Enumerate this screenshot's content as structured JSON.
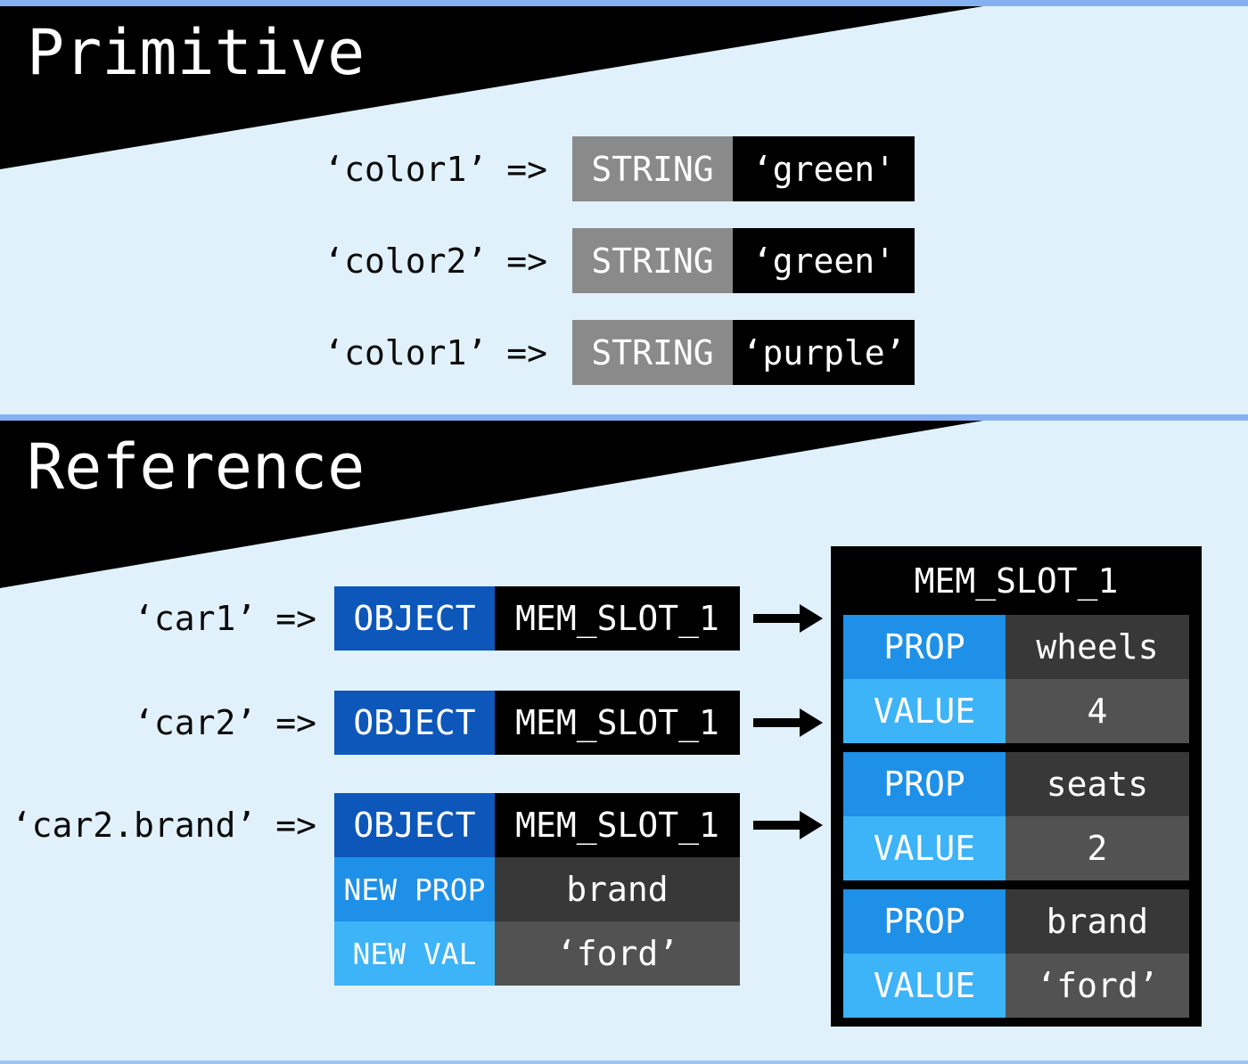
{
  "colors": {
    "background": "#e1f1fc",
    "divider_blue": "#85b0f2",
    "banner_black": "#000000",
    "string_type_gray": "#8a8a8a",
    "object_type_blue": "#0d57ba",
    "prop_blue": "#1e90e8",
    "value_blue": "#3db3f8",
    "prop_cell_gray": "#383838",
    "value_cell_gray": "#525252"
  },
  "primitive": {
    "title": "Primitive",
    "rows": [
      {
        "label": "‘color1’",
        "arrow": "=>",
        "type": "STRING",
        "value": "‘green'"
      },
      {
        "label": "‘color2’",
        "arrow": "=>",
        "type": "STRING",
        "value": "‘green'"
      },
      {
        "label": "‘color1’",
        "arrow": "=>",
        "type": "STRING",
        "value": "‘purple’"
      }
    ]
  },
  "reference": {
    "title": "Reference",
    "rows": [
      {
        "label": "‘car1’",
        "arrow": "=>",
        "type": "OBJECT",
        "value": "MEM_SLOT_1"
      },
      {
        "label": "‘car2’",
        "arrow": "=>",
        "type": "OBJECT",
        "value": "MEM_SLOT_1"
      },
      {
        "label": "‘car2.brand’",
        "arrow": "=>",
        "type": "OBJECT",
        "value": "MEM_SLOT_1",
        "new_prop_label": "NEW PROP",
        "new_prop_value": "brand",
        "new_val_label": "NEW VAL",
        "new_val_value": "‘ford’"
      }
    ],
    "memory": {
      "title": "MEM_SLOT_1",
      "entries": [
        {
          "prop_label": "PROP",
          "prop": "wheels",
          "value_label": "VALUE",
          "value": "4"
        },
        {
          "prop_label": "PROP",
          "prop": "seats",
          "value_label": "VALUE",
          "value": "2"
        },
        {
          "prop_label": "PROP",
          "prop": "brand",
          "value_label": "VALUE",
          "value": "‘ford’"
        }
      ]
    }
  }
}
